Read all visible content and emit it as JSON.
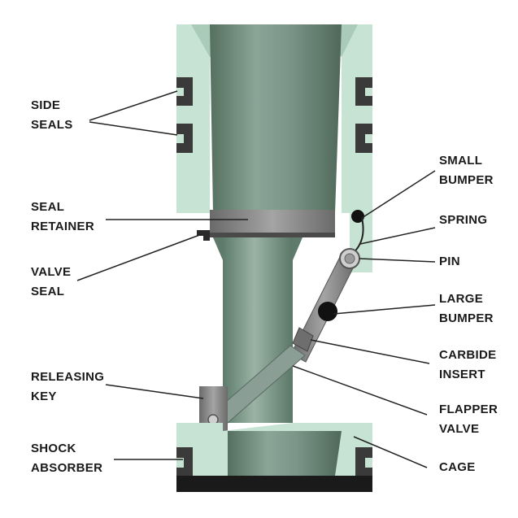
{
  "labels": {
    "side_seals": [
      "SIDE",
      "SEALS"
    ],
    "seal_retainer": [
      "SEAL",
      "RETAINER"
    ],
    "valve_seal": [
      "VALVE",
      "SEAL"
    ],
    "releasing_key": [
      "RELEASING",
      "KEY"
    ],
    "shock_absorber": [
      "SHOCK",
      "ABSORBER"
    ],
    "small_bumper": [
      "SMALL",
      "BUMPER"
    ],
    "spring": [
      "SPRING"
    ],
    "pin": [
      "PIN"
    ],
    "large_bumper": [
      "LARGE",
      "BUMPER"
    ],
    "carbide_insert": [
      "CARBIDE",
      "INSERT"
    ],
    "flapper_valve": [
      "FLAPPER",
      "VALVE"
    ],
    "cage": [
      "CAGE"
    ]
  },
  "colors": {
    "housing": "#c6e3d3",
    "housing_dark": "#a9cbb8",
    "bore": "#6f8a7c",
    "bore_light": "#8aa597",
    "seal": "#3a3a3a",
    "metal": "#8c8c8c",
    "metal_dark": "#5e5e5e",
    "bumper": "#111111",
    "line": "#222222"
  }
}
